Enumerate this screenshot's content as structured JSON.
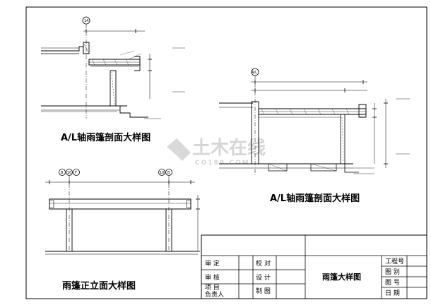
{
  "drawings": {
    "section_1_title": "A/L轴雨篷剖面大样图",
    "section_2_title": "A/L轴雨篷剖面大样图",
    "elevation_title": "雨篷正立面大样图"
  },
  "axis_marks": {
    "sec1_top": "14",
    "sec2_top": "A/L",
    "elev_left_1": "B",
    "elev_left_2": "10",
    "elev_left_3": "F",
    "elev_right_1": "10",
    "elev_right_2": "B"
  },
  "watermark": {
    "main": "土木在线",
    "sub": "CO188.COM"
  },
  "title_block": {
    "shending": "审 定",
    "shenhe": "审 核",
    "xiangmu": "项 目",
    "fuzeren": "负责人",
    "jiaodui": "校 对",
    "sheji": "设 计",
    "zhitu": "制 图",
    "drawing_name": "雨篷大样图",
    "gongchenghao": "工程号",
    "tubie": "图 别",
    "tuhao": "图 号",
    "riqi": "日 期"
  }
}
